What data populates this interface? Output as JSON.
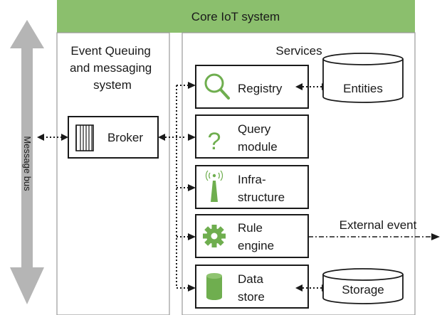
{
  "diagram": {
    "title": "Core IoT system",
    "left_column_heading": "Event Queuing and messaging system",
    "left_column_heading_lines": [
      "Event Queuing",
      "and messaging",
      "system"
    ],
    "right_column_heading": "Services",
    "bus_label": "Message bus",
    "broker_label": "Broker",
    "services": [
      {
        "lines": [
          "Registry"
        ],
        "icon": "magnifier-icon"
      },
      {
        "lines": [
          "Query",
          "module"
        ],
        "icon": "question-mark-icon"
      },
      {
        "lines": [
          "Infra-",
          "structure"
        ],
        "icon": "antenna-tower-icon"
      },
      {
        "lines": [
          "Rule",
          "engine"
        ],
        "icon": "gear-icon"
      },
      {
        "lines": [
          "Data",
          "store"
        ],
        "icon": "database-cylinder-icon"
      }
    ],
    "external_stores": {
      "entities": "Entities",
      "storage": "Storage"
    },
    "external_event_label": "External event",
    "colors": {
      "header_green": "#8bbf6d",
      "icon_green": "#6fae4f",
      "bus_gray": "#b5b5b5",
      "panel_gray": "#9a9a9a"
    }
  }
}
